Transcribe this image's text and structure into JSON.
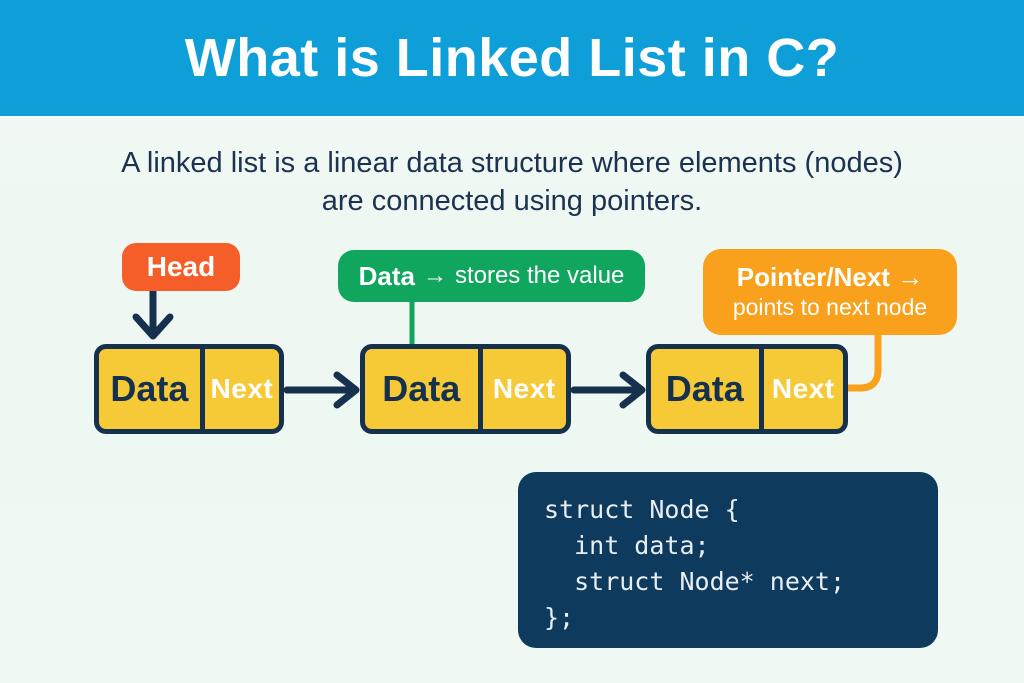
{
  "header": {
    "title": "What is Linked List in C?"
  },
  "description": {
    "line1": "A linked list is a linear data structure where elements (nodes)",
    "line2": "are connected using pointers."
  },
  "labels": {
    "head": {
      "text": "Head"
    },
    "data": {
      "bold": "Data",
      "arrow": "→",
      "rest": "stores the value"
    },
    "pointer": {
      "bold": "Pointer/Next",
      "arrow": "→",
      "rest": "points to next node"
    }
  },
  "nodes": [
    {
      "data": "Data",
      "next": "Next"
    },
    {
      "data": "Data",
      "next": "Next"
    },
    {
      "data": "Data",
      "next": "Next"
    }
  ],
  "code": {
    "text": "struct Node {\n  int data;\n  struct Node* next;\n};"
  },
  "colors": {
    "header_bg": "#0f9fd8",
    "body_bg": "#eff8f3",
    "navy": "#16314e",
    "text_navy": "#1d3150",
    "head_orange": "#f55e29",
    "green": "#10a65e",
    "pointer_orange": "#f9a11c",
    "node_yellow": "#f6ca37",
    "code_bg": "#0e3a5d",
    "code_text": "#e9eef3"
  }
}
